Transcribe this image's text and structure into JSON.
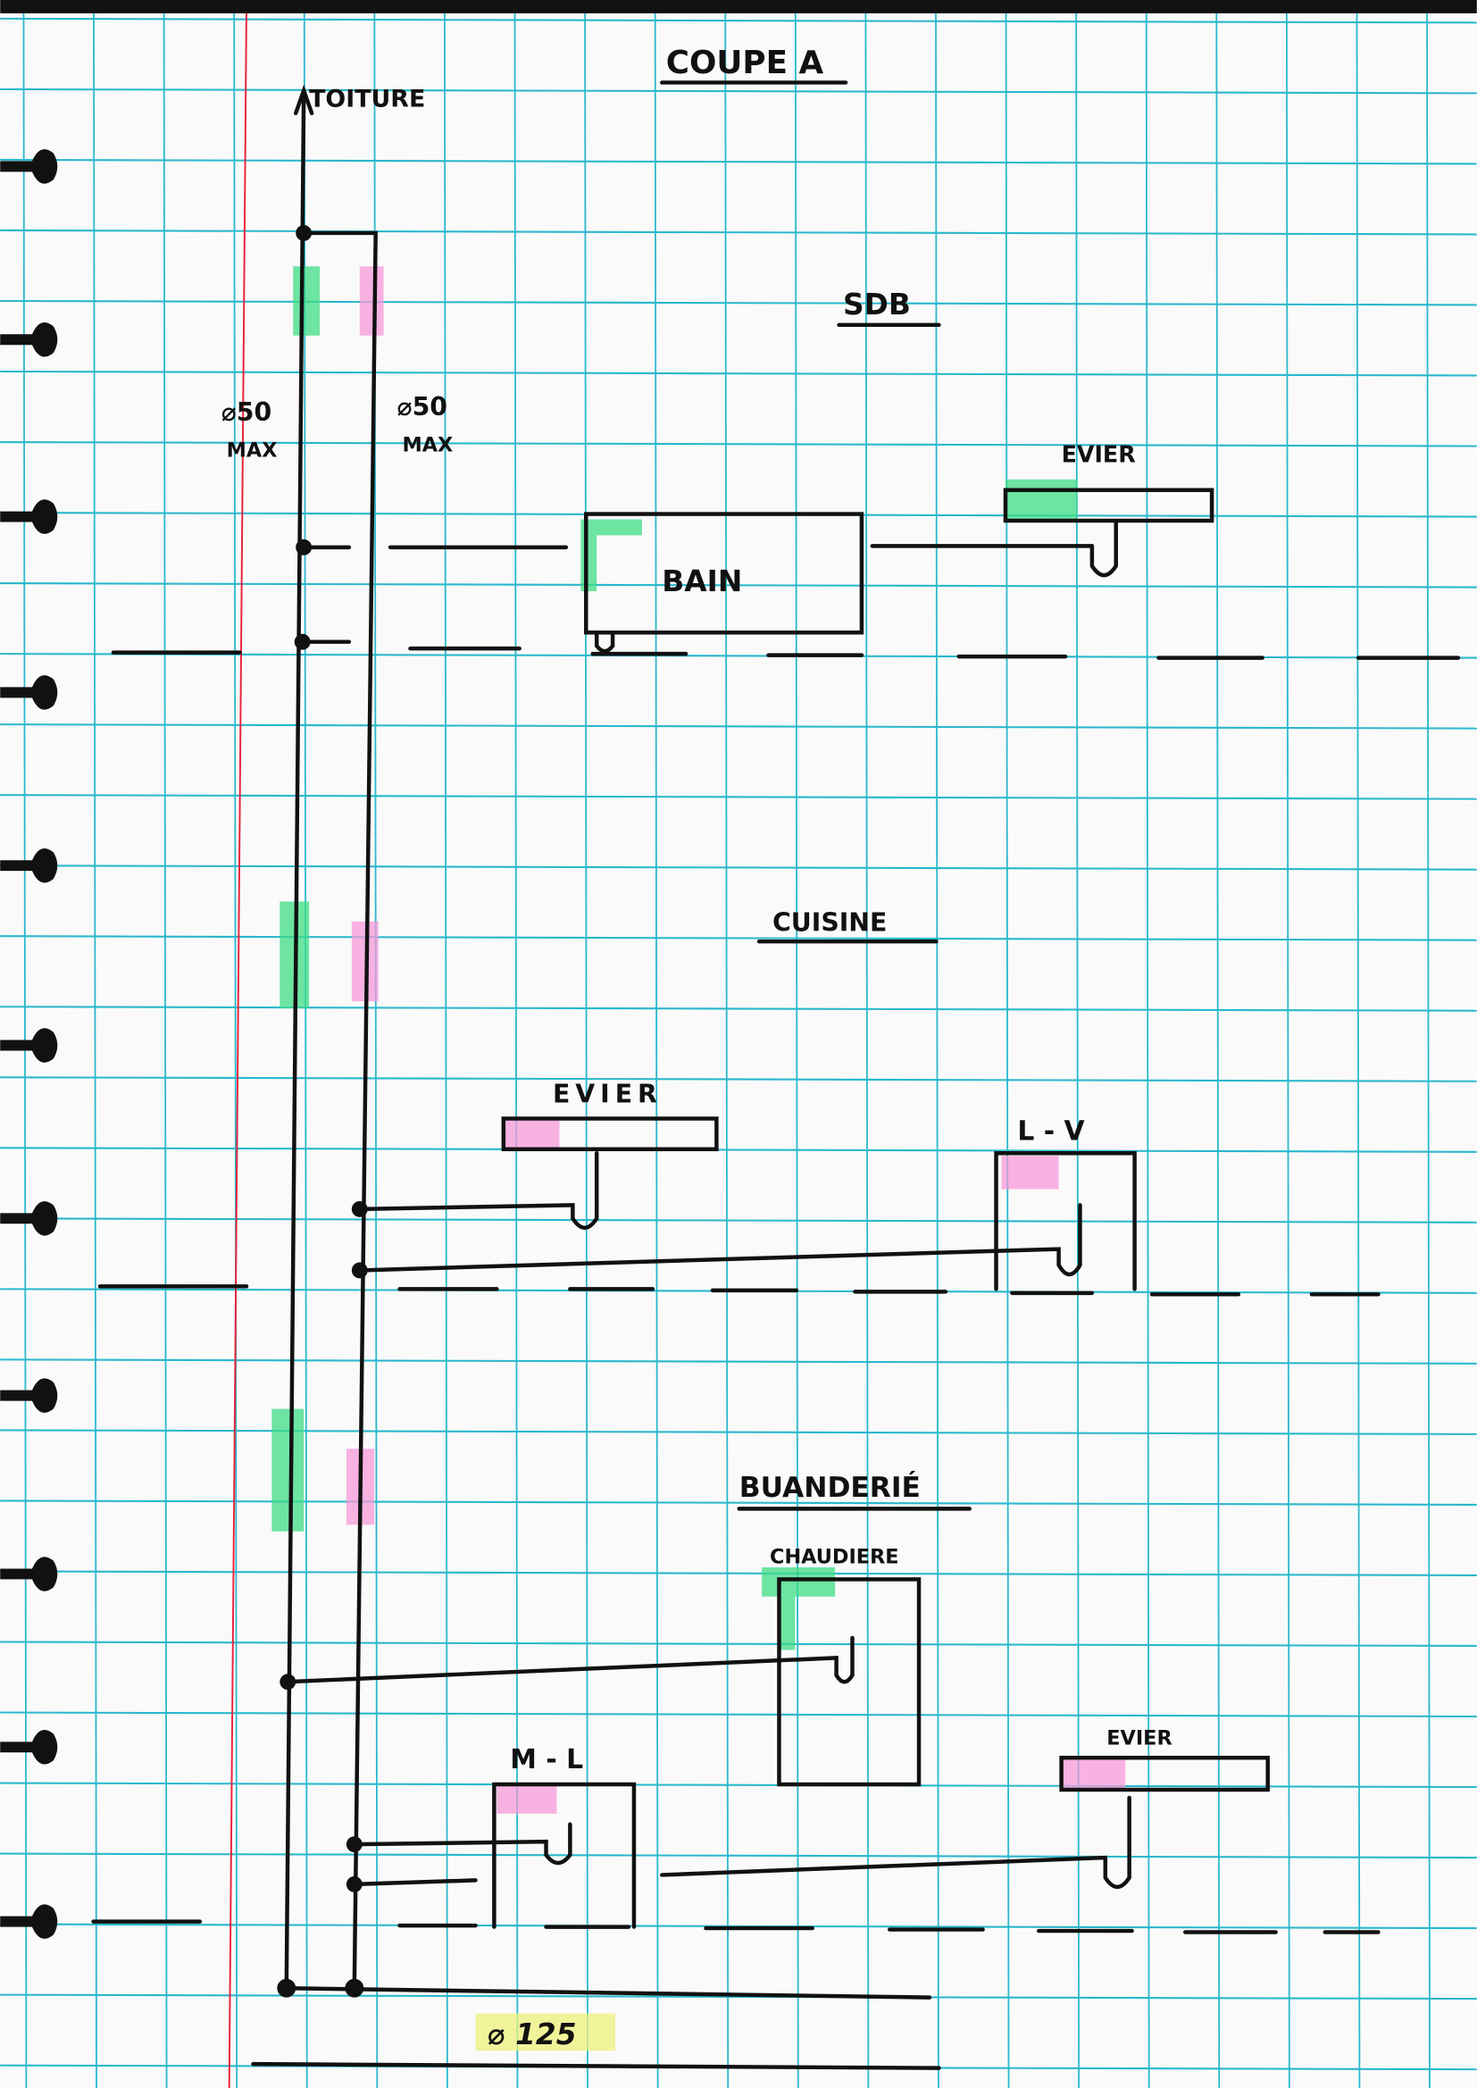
{
  "title": "COUPE A",
  "roof_label": "TOITURE",
  "pipe_left": {
    "diameter": "⌀50",
    "note": "MAX"
  },
  "pipe_right": {
    "diameter": "⌀50",
    "note": "MAX"
  },
  "rooms": {
    "sdb": {
      "label": "SDB",
      "bath_label": "BAIN",
      "sink_label": "EVIER"
    },
    "cuisine": {
      "label": "CUISINE",
      "sink_label": "EVIER",
      "dishwasher_label": "L - V"
    },
    "buanderie": {
      "label": "BUANDERIÉ",
      "boiler_label": "CHAUDIERE",
      "washer_label": "M - L",
      "sink_label": "EVIER"
    }
  },
  "main_drain": {
    "diameter": "⌀ 125"
  },
  "colors": {
    "grid": "#29b8cc",
    "margin": "#e8223c",
    "green": "#3ddc84",
    "pink": "#f59ad8",
    "yellow": "#eef07a",
    "ink": "#111111"
  }
}
